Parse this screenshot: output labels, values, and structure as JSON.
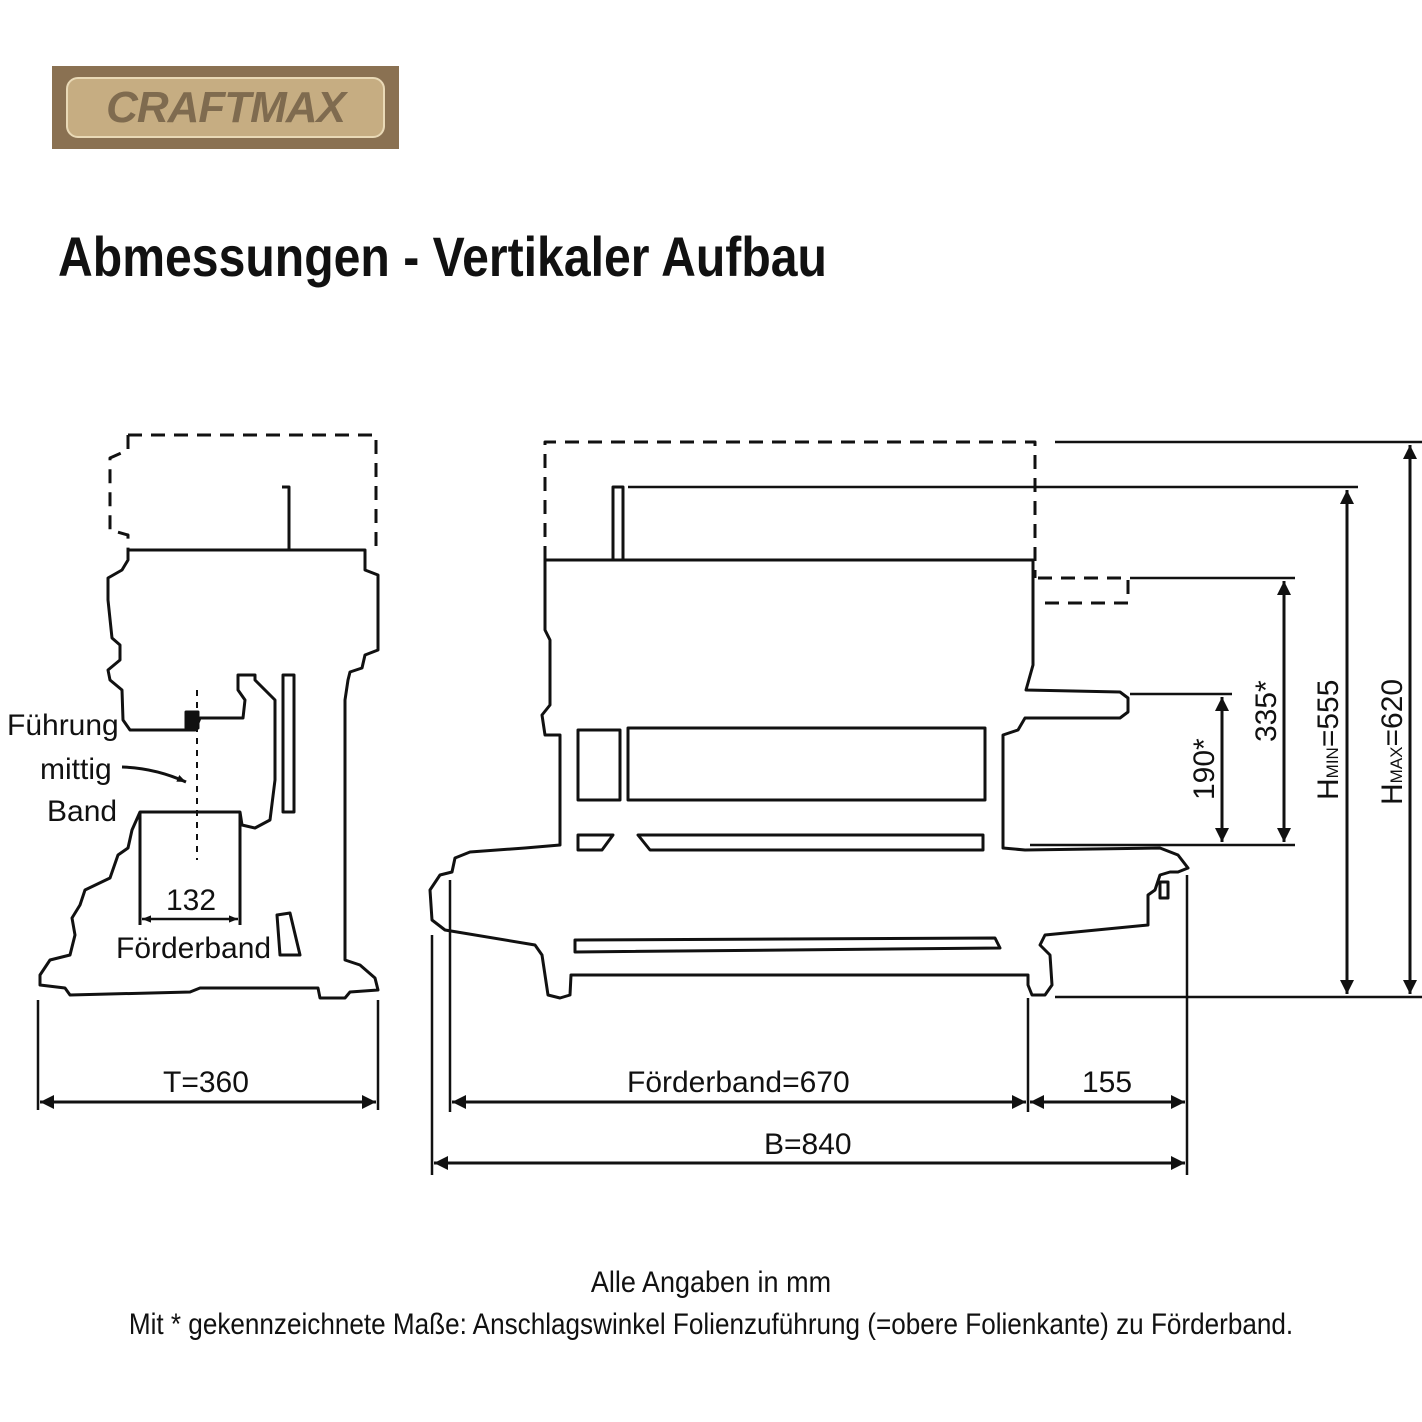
{
  "logo": {
    "text": "CRAFTMAX"
  },
  "title": "Abmessungen - Vertikaler Aufbau",
  "side_view": {
    "guide_label_line1": "Führung",
    "guide_label_line2": "mittig",
    "guide_label_line3": "Band",
    "belt_width": "132",
    "belt_label": "Förderband",
    "depth": "T=360"
  },
  "front_view": {
    "belt_length": "Förderband=670",
    "overhang": "155",
    "width": "B=840",
    "dim_190": "190*",
    "dim_335": "335*",
    "h_min_prefix": "H",
    "h_min_sub": "MIN",
    "h_min_value": "=555",
    "h_max_prefix": "H",
    "h_max_sub": "MAX",
    "h_max_value": "=620"
  },
  "notes": {
    "units": "Alle Angaben in mm",
    "asterisk": "Mit * gekennzeichnete Maße: Anschlagswinkel Folienzuführung (=obere Folienkante) zu Förderband."
  }
}
